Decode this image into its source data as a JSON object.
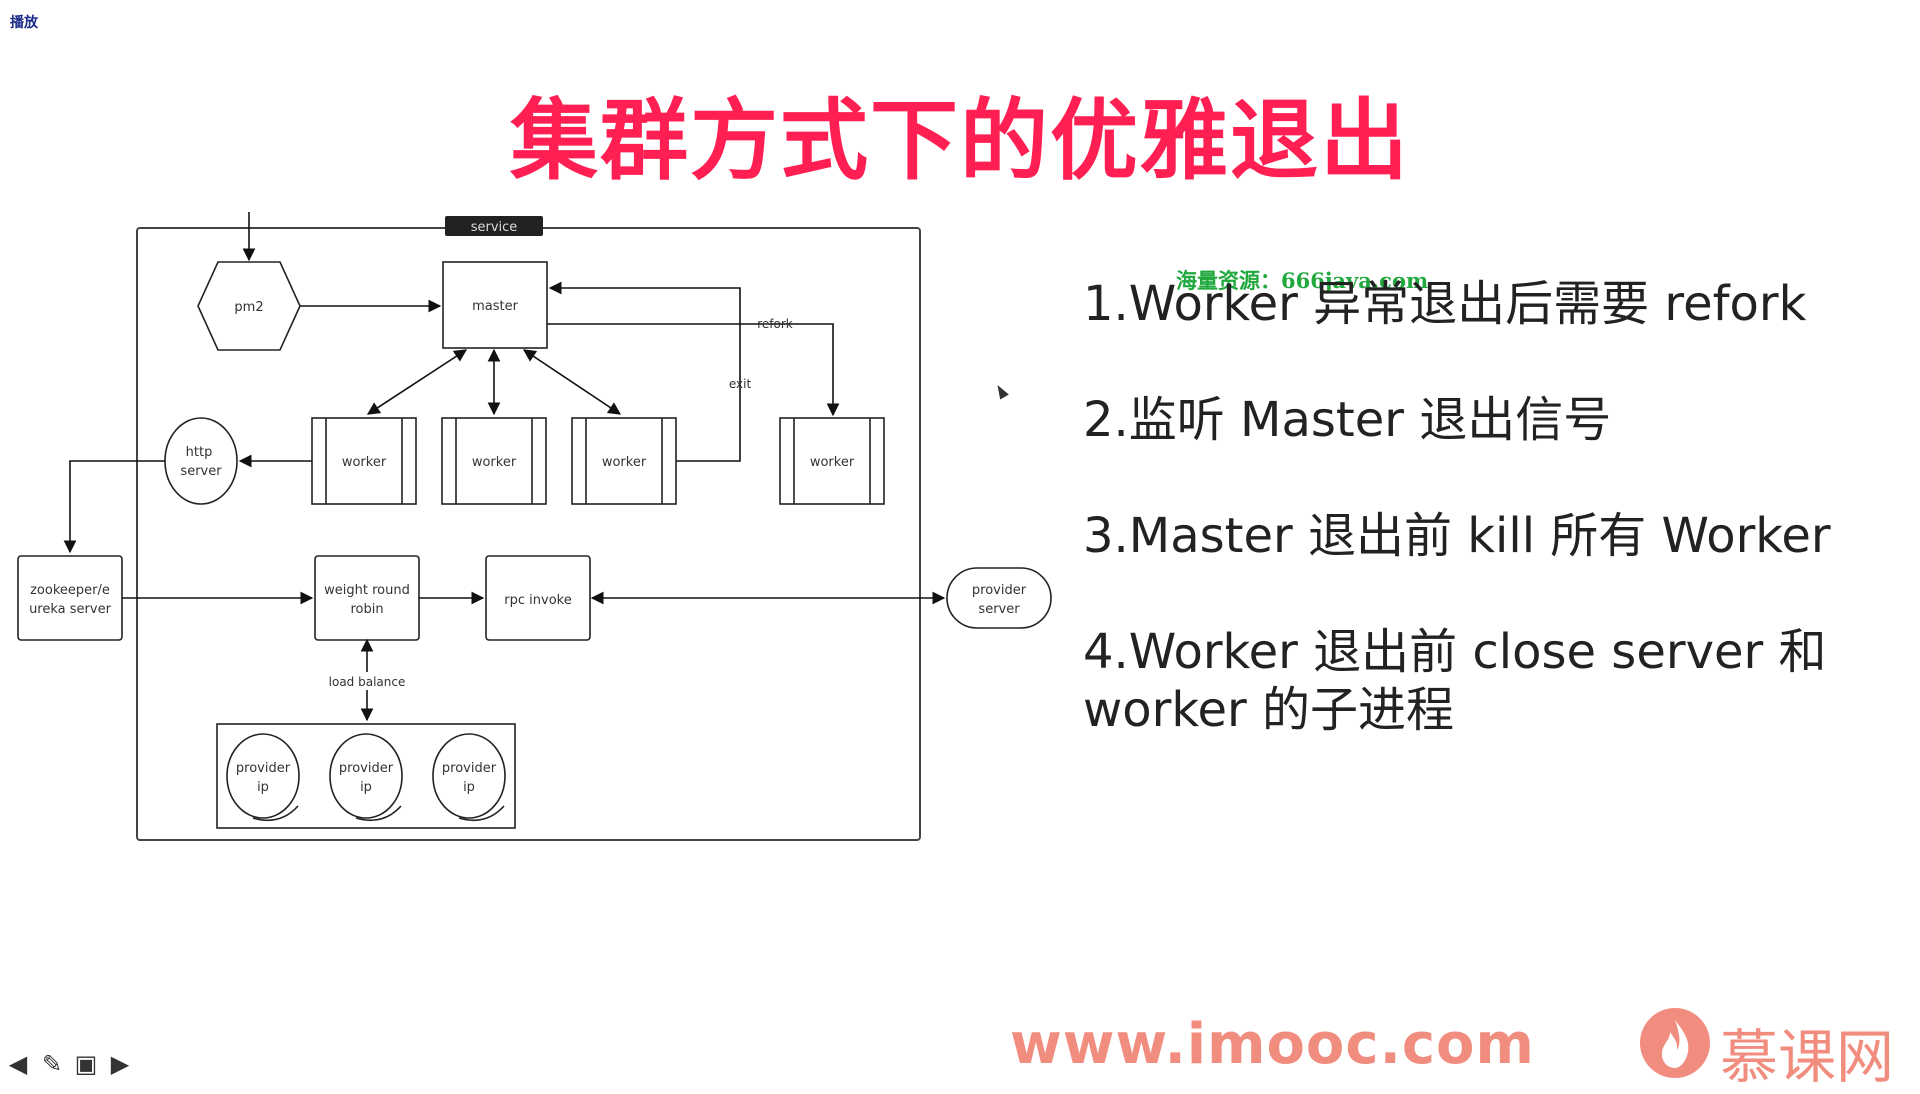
{
  "top_label": "播放",
  "title": "集群方式下的优雅退出",
  "watermark": "海量资源：666java.com",
  "diagram": {
    "service_label": "service",
    "pm2": "pm2",
    "master": "master",
    "worker": "worker",
    "refork": "refork",
    "exit": "exit",
    "http_server": [
      "http",
      "server"
    ],
    "zookeeper": [
      "zookeeper/e",
      "ureka server"
    ],
    "weight_round_robin": [
      "weight round",
      "robin"
    ],
    "rpc_invoke": "rpc invoke",
    "provider_server": [
      "provider",
      "server"
    ],
    "load_balance": "load balance",
    "provider_ip": [
      "provider",
      "ip"
    ]
  },
  "points": [
    "1.Worker 异常退出后需要 refork",
    "2.监听 Master 退出信号",
    "3.Master 退出前 kill 所有 Worker",
    "4.Worker 退出前 close server 和 worker 的子进程"
  ],
  "brand": {
    "url": "www.imooc.com",
    "name": "慕课网"
  },
  "nav_icons": [
    "arrow-left-icon",
    "pen-icon",
    "monitor-icon",
    "arrow-right-icon"
  ],
  "colors": {
    "title": "#ff1f52",
    "watermark": "#21a93f",
    "brand": "#f08d7e"
  }
}
